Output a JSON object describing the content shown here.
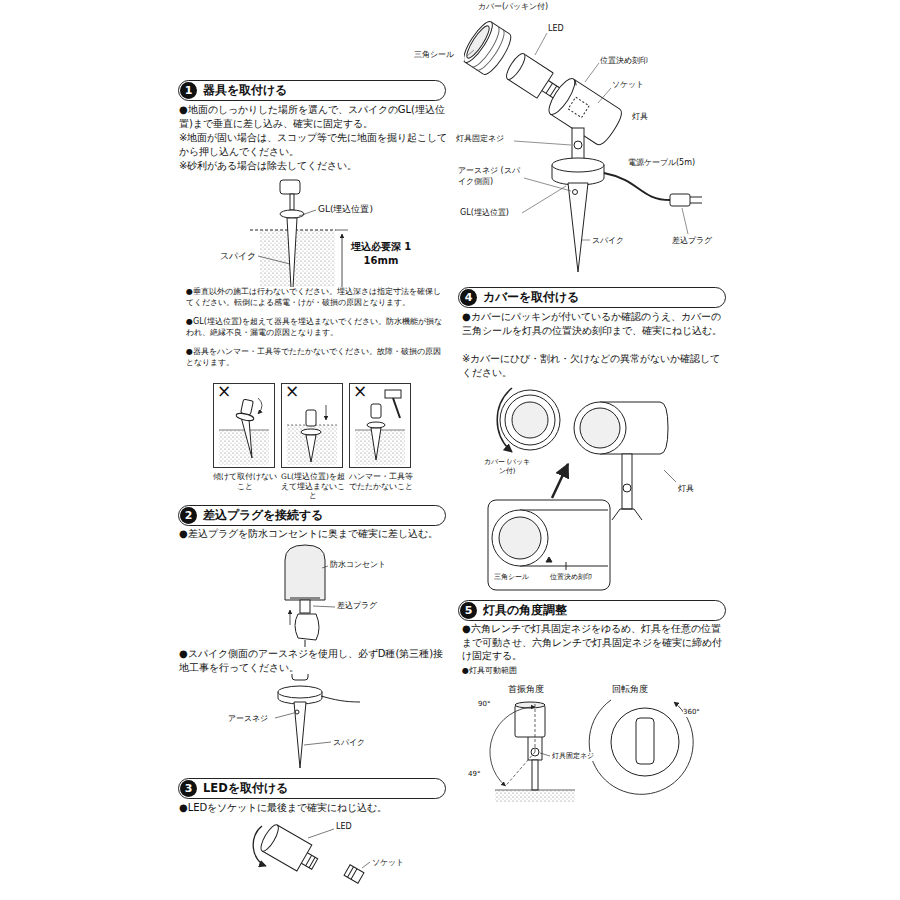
{
  "diagram": {
    "nodes": [
      {
        "text": [
          "1",
          "器具を取付ける"
        ]
      },
      {
        "text": [
          "×",
          "傾けて取付けないこと"
        ]
      },
      {
        "text": [
          "×",
          "GL(埋込位置)を超えて埋込まないこと"
        ]
      },
      {
        "text": [
          "×",
          "ハンマー・工具等でたたかないこと"
        ]
      },
      {
        "text": [
          "2",
          "差込プラグを接続する"
        ]
      },
      {
        "text": [
          "3",
          "LEDを取付ける"
        ]
      },
      {
        "text": [
          "4",
          "カバーを取付ける"
        ]
      },
      {
        "text": [
          "5",
          "灯具の角度調整"
        ]
      }
    ],
    "labels": [
      "カバー(パッキン付)",
      "LED",
      "三角シール",
      "位置決め刻印",
      "ソケット",
      "灯具",
      "灯具固定ネジ",
      "アースネジ (スパイク側面)",
      "電源ケーブル(5m)",
      "GL(埋込位置)",
      "スパイク",
      "差込プラグ",
      "●地面のしっかりした場所を選んで、スパイクのGL(埋込位置)まで垂直に差し込み、確実に固定する。",
      "※地面が固い場合は、スコップ等で先に地面を掘り起こしてから押し込んでください。",
      "※砂利がある場合は除去してください。",
      "GL(埋込位置)",
      "スパイク",
      "埋込必要深 116mm",
      "●垂直以外の施工は行わないでください。埋込深さは指定寸法を確保してください。転倒による感電・けが・破損の原因となります。",
      "●GL(埋込位置)を超えて器具を埋込まないでください。防水機能が損なわれ、絶縁不良・漏電の原因となります。",
      "●器具をハンマー・工具等でたたかないでください。故障・破損の原因となります。",
      "●差込プラグを防水コンセントに奥まで確実に差し込む。",
      "防水コンセント",
      "差込プラグ",
      "●スパイク側面のアースネジを使用し、必ずD種(第三種)接地工事を行ってください。",
      "アースネジ",
      "スパイク",
      "●LEDをソケットに最後まで確実にねじ込む。",
      "LED",
      "ソケット",
      "●カバーにパッキンが付いているか確認のうえ、カバーの三角シールを灯具の位置決め刻印まで、確実にねじ込む。",
      "※カバーにひび・割れ・欠けなどの異常がないか確認してください。",
      "カバー (パッキン付)",
      "灯具",
      "三角シール",
      "位置決め刻印",
      "●六角レンチで灯具固定ネジをゆるめ、灯具を任意の位置まで可動させ、六角レンチで灯具固定ネジを確実に締め付け固定する。",
      "●灯具可動範囲",
      "首振角度",
      "回転角度",
      "90°",
      "灯具固定ネジ",
      "49°",
      "360°"
    ]
  }
}
